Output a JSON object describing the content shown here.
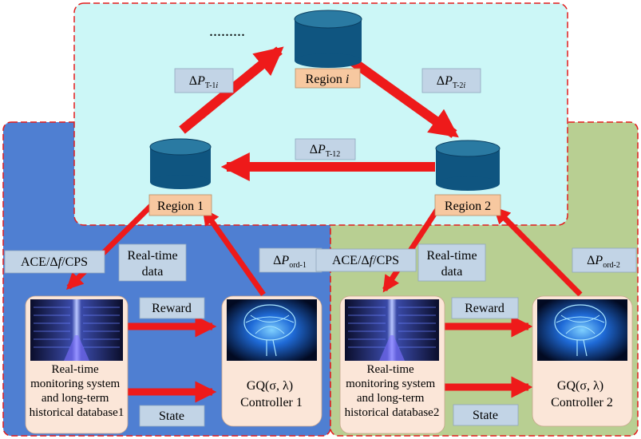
{
  "dots": ".........",
  "regions": {
    "i": {
      "prefix": "Region ",
      "suffix": "i"
    },
    "one": "Region 1",
    "two": "Region 2"
  },
  "flows": {
    "t1i": {
      "delta": "Δ",
      "P": "P",
      "sub_pre": "T-1",
      "sub_it": "i"
    },
    "t2i": {
      "delta": "Δ",
      "P": "P",
      "sub_pre": "T-2",
      "sub_it": "i"
    },
    "t12": {
      "delta": "Δ",
      "P": "P",
      "sub": "T-12"
    },
    "ord1": {
      "delta": "Δ",
      "P": "P",
      "sub": "ord-1"
    },
    "ord2": {
      "delta": "Δ",
      "P": "P",
      "sub": "ord-2"
    }
  },
  "ace": {
    "pre": "ACE/Δ",
    "f": "f",
    "post": "/CPS"
  },
  "realtime": {
    "line1": "Real-time",
    "line2": "data"
  },
  "reward": "Reward",
  "state": "State",
  "monitor1": [
    "Real-time",
    "monitoring system",
    "and long-term",
    "historical database1"
  ],
  "monitor2": [
    "Real-time",
    "monitoring system",
    "and long-term",
    "historical database2"
  ],
  "controller1": {
    "line1": "GQ(σ, λ)",
    "line2": "Controller 1"
  },
  "controller2": {
    "line1": "GQ(σ, λ)",
    "line2": "Controller 2"
  },
  "colors": {
    "top_area": "#ccf7f7",
    "left_area": "#4f7fd2",
    "right_area": "#b8cf92",
    "border": "#e21c1c",
    "arrow": "#ee1a1a",
    "label_box": "#c2d4e6",
    "region_label": "#f7c8a0",
    "card": "#fbe6d8",
    "cylinder_top": "#2a7aa2",
    "cylinder_body": "#0f5580"
  }
}
